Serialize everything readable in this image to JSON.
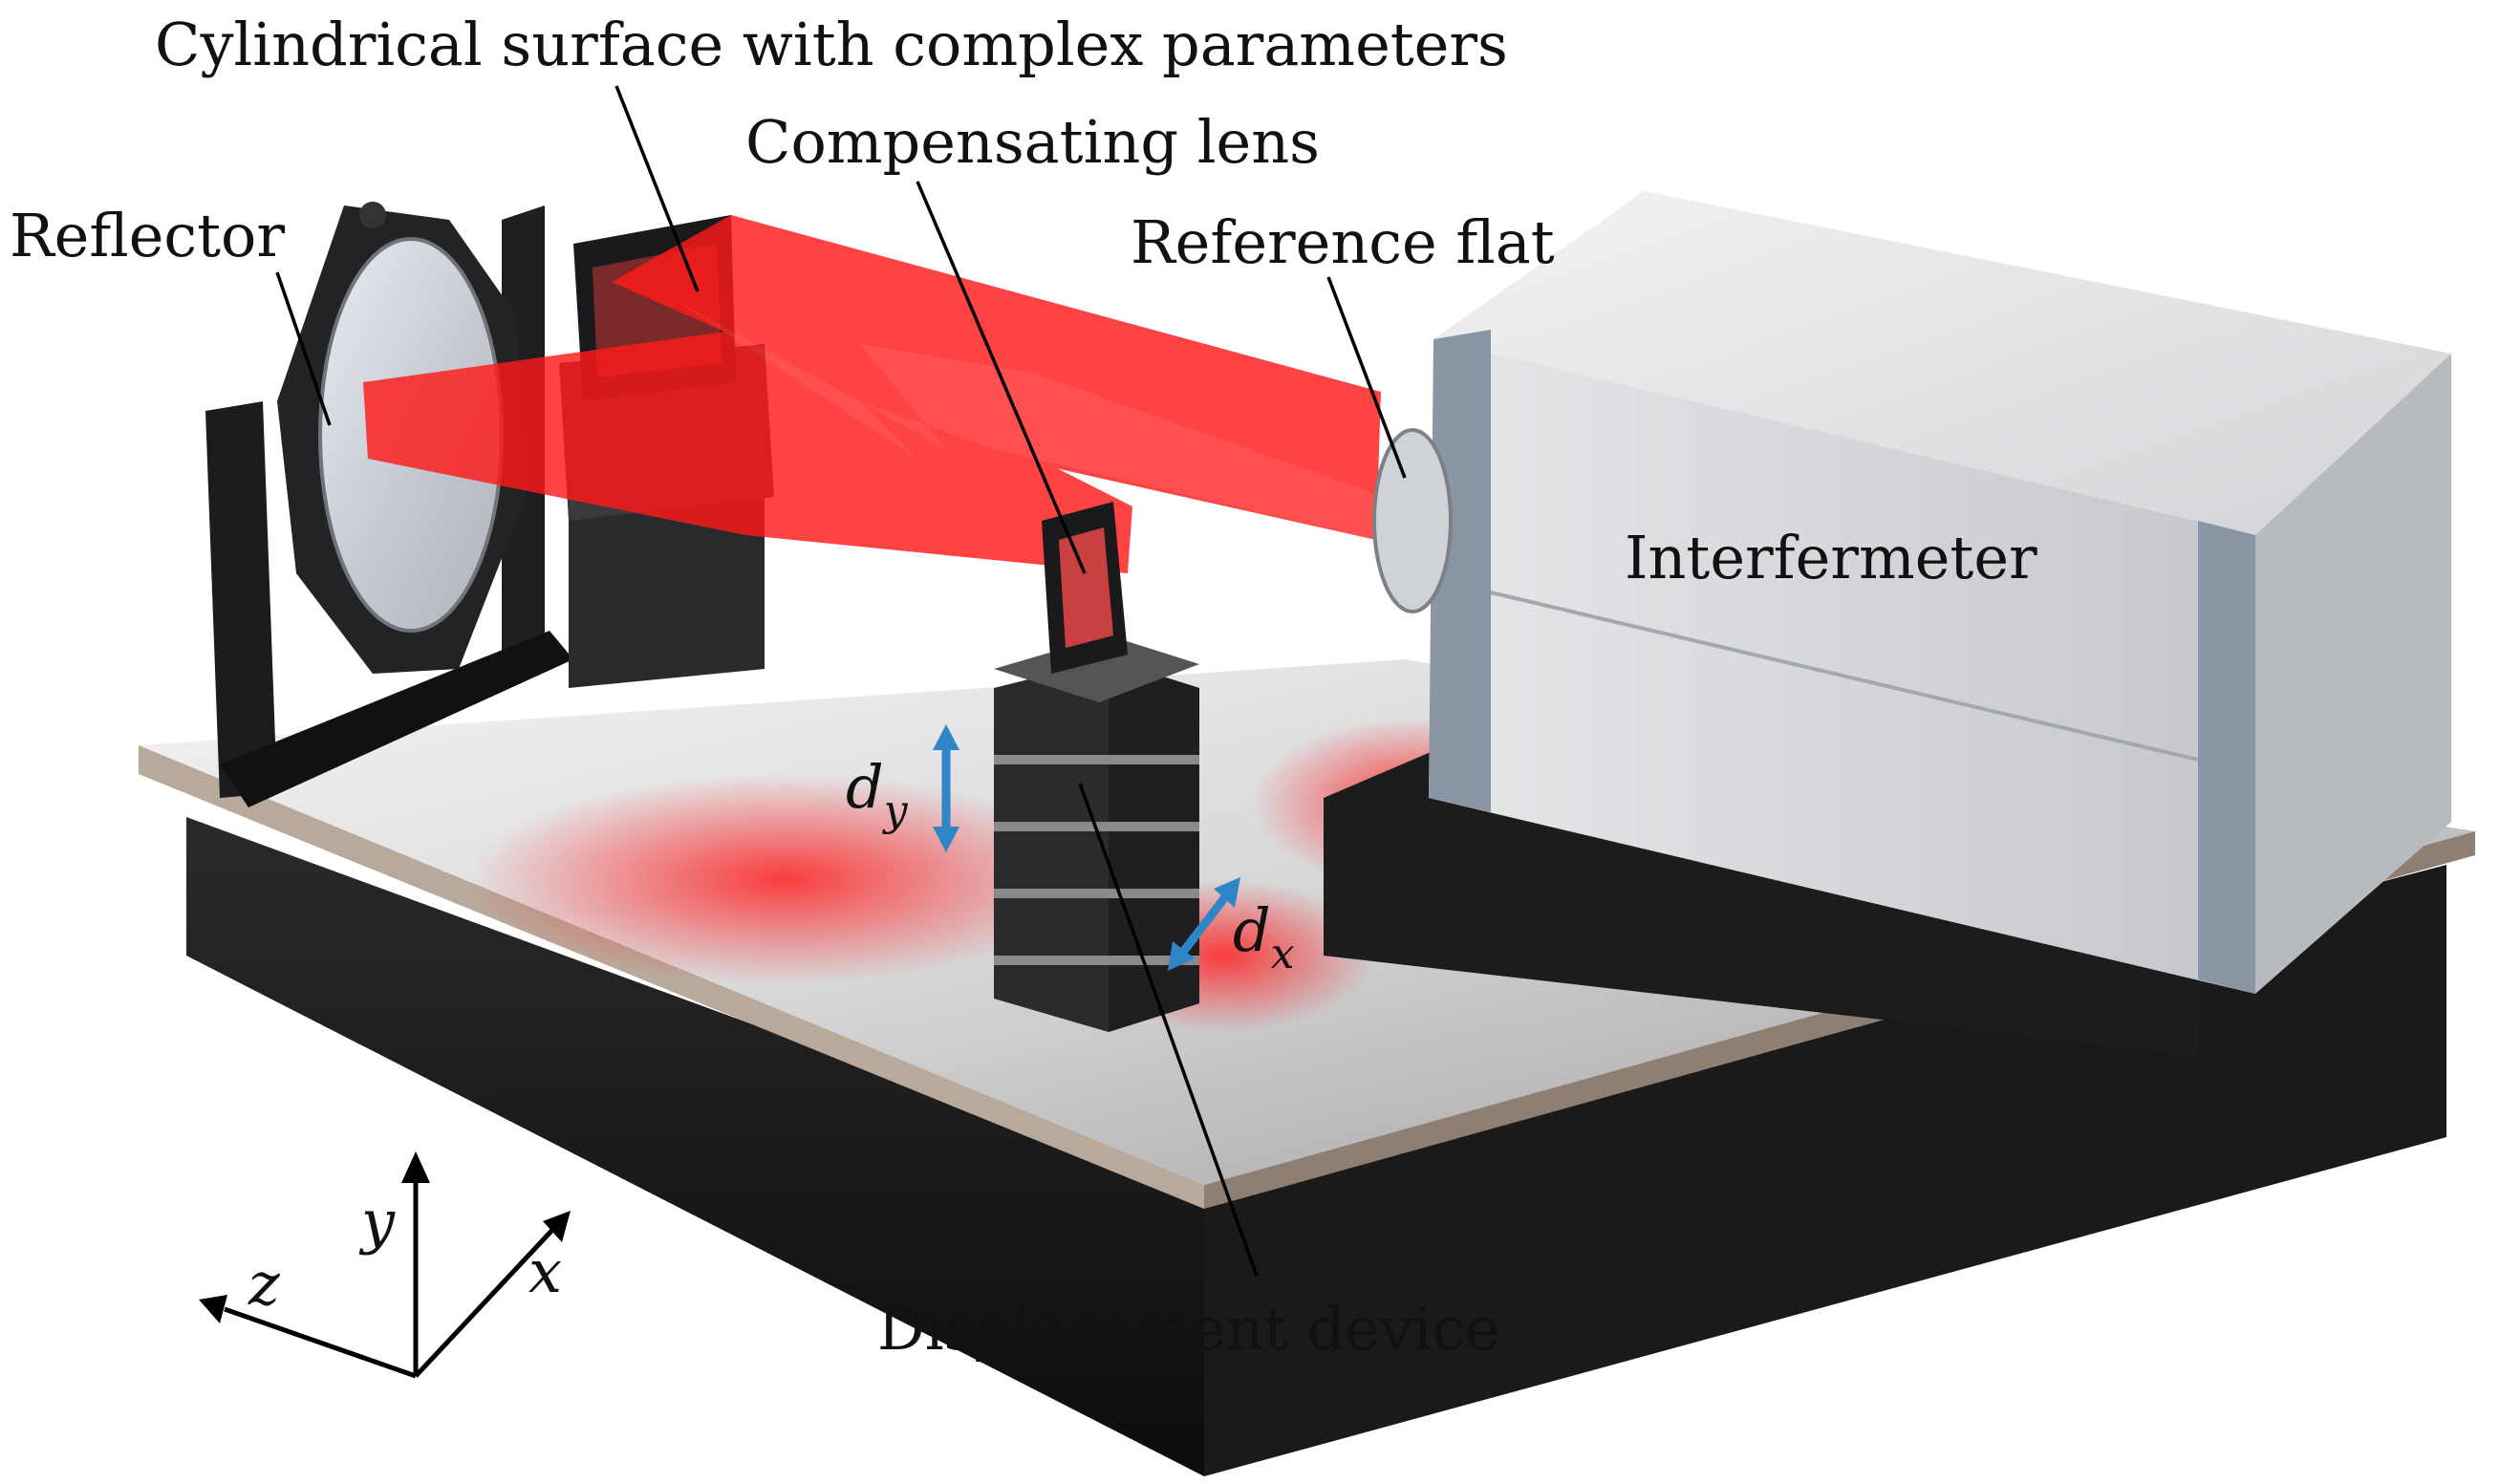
{
  "labels": {
    "cylindrical_surface": "Cylindrical surface with complex parameters",
    "compensating_lens": "Compensating lens",
    "reflector": "Reflector",
    "reference_flat": "Reference flat",
    "interferometer": "Interfermeter",
    "displacement_device": "Displacement device"
  },
  "displacement": {
    "dy_base": "d",
    "dy_sub": "y",
    "dx_base": "d",
    "dx_sub": "x"
  },
  "axes": {
    "x": "x",
    "y": "y",
    "z": "z"
  },
  "colors": {
    "beam": "#ff1a1a",
    "arrow_blue": "#2e86c8",
    "interferometer_body": "#d9dbde",
    "interferometer_trim": "#8a96a6",
    "mount_black": "#1c1c1e",
    "table_top": "#e6e6e8",
    "table_base": "#151515"
  }
}
